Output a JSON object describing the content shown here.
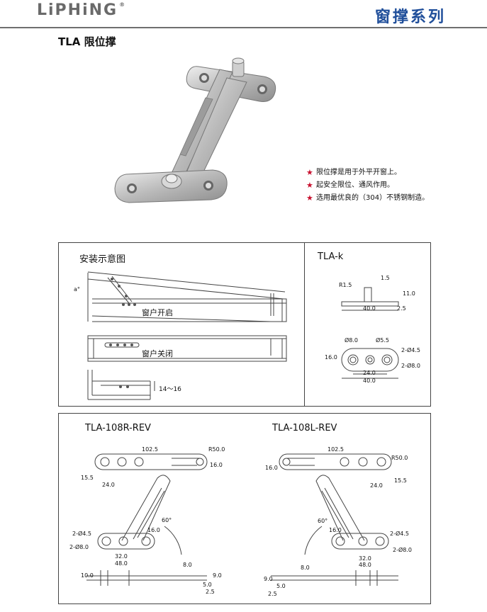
{
  "header": {
    "brand": "LiPHiNG",
    "brand_mark": "®",
    "series": "窗撑系列"
  },
  "product": {
    "title": "TLA 限位撑",
    "features": [
      "限位撑是用于外平开窗上。",
      "起安全限位、通风作用。",
      "选用最优良的（304）不锈钢制造。"
    ],
    "feature_bullet": "★"
  },
  "install": {
    "title": "安装示意图",
    "open_label": "窗户开启",
    "closed_label": "窗户关闭",
    "gap_label": "14～16",
    "angle_label": "a°"
  },
  "tla_k": {
    "title": "TLA-k",
    "dims": {
      "r": "R1.5",
      "d1": "1.5",
      "d2": "11.0",
      "len": "40.0",
      "d3": "2.5",
      "dia8": "Ø8.0",
      "dia55": "Ø5.5",
      "holes45": "2-Ø4.5",
      "holes8": "2-Ø8.0",
      "h16": "16.0",
      "w24": "24.0",
      "w40": "40.0"
    }
  },
  "models": [
    {
      "name": "TLA-108R-REV",
      "dims": {
        "len": "102.5",
        "r": "R50.0",
        "h16": "16.0",
        "h155": "15.5",
        "w24": "24.0",
        "angle": "60°",
        "v16": "16.0",
        "h45": "2-Ø4.5",
        "h8": "2-Ø8.0",
        "w32": "32.0",
        "w48": "48.0",
        "t8": "8.0",
        "t10": "10.0",
        "t9": "9.0",
        "t5": "5.0",
        "t25": "2.5"
      }
    },
    {
      "name": "TLA-108L-REV",
      "dims": {
        "len": "102.5",
        "r": "R50.0",
        "h16": "16.0",
        "h155": "15.5",
        "w24": "24.0",
        "angle": "60°",
        "v16": "16.0",
        "h45": "2-Ø4.5",
        "h8": "2-Ø8.0",
        "w32": "32.0",
        "w48": "48.0",
        "t8": "8.0",
        "t9": "9.0",
        "t5": "5.0",
        "t25": "2.5"
      }
    }
  ],
  "colors": {
    "brand": "#6a6a6a",
    "series": "#1f4e9a",
    "bullet": "#c8102e",
    "line": "#444444"
  }
}
